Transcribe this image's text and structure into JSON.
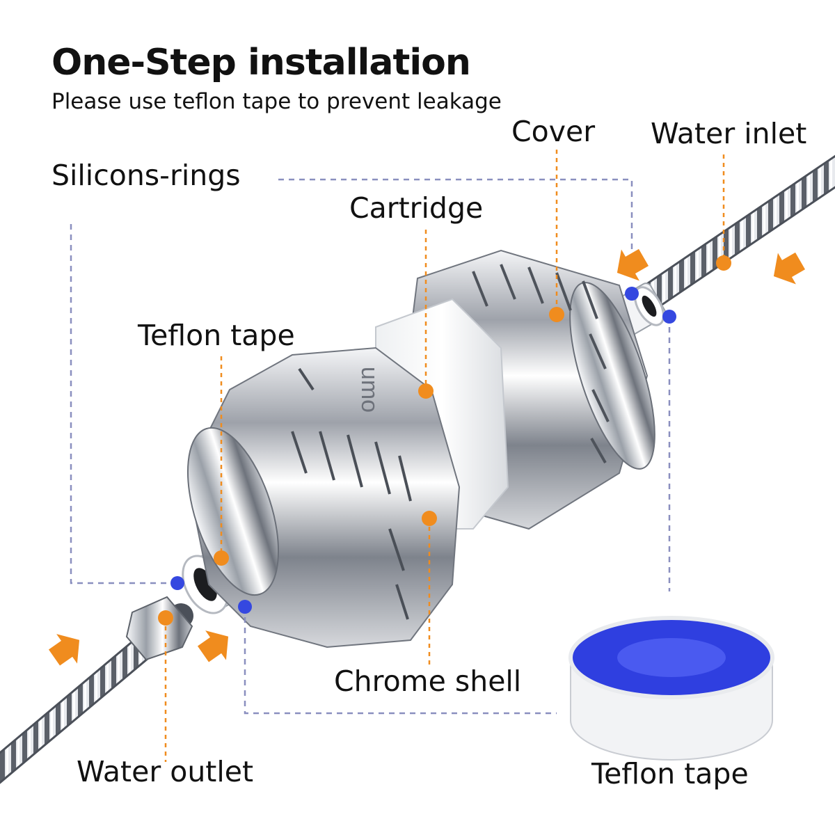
{
  "header": {
    "title": "One-Step installation",
    "subtitle": "Please use teflon tape to prevent leakage"
  },
  "labels": {
    "cover": "Cover",
    "water_inlet": "Water inlet",
    "silicon_rings": "Silicons-rings",
    "cartridge": "Cartridge",
    "teflon_tape_top": "Teflon tape",
    "chrome_shell": "Chrome shell",
    "water_outlet": "Water outlet",
    "teflon_tape_bottom": "Teflon tape"
  },
  "brand_mark": "umo",
  "colors": {
    "marker_orange": "#f08c1e",
    "marker_blue": "#3548e0",
    "guide_line_gray": "#8a8fbf",
    "chrome": "#c9ccd2",
    "tape_blue": "#2f3fe0"
  }
}
